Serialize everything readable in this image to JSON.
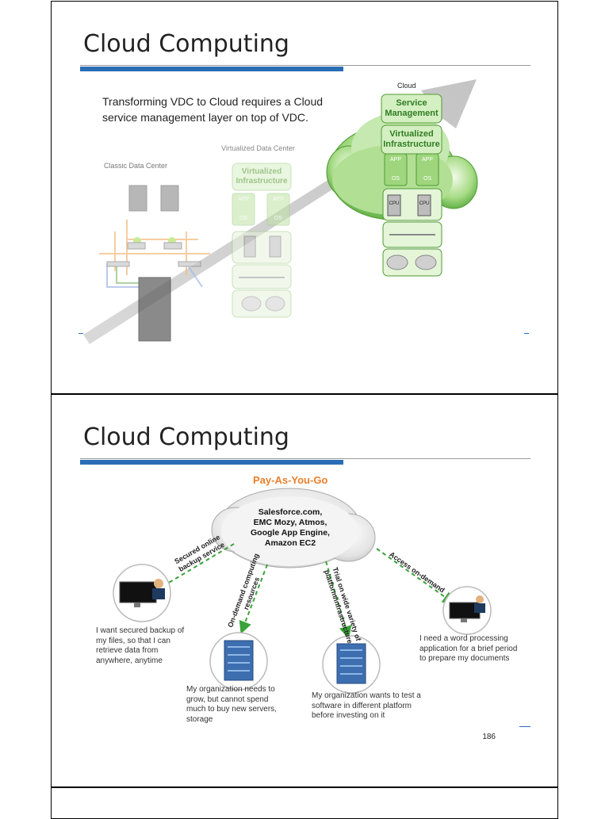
{
  "slide1": {
    "title": "Cloud Computing",
    "subtitle": "Transforming VDC to Cloud requires a Cloud service management layer on top of VDC.",
    "label_classic": "Classic Data Center",
    "label_vdc": "Virtualized Data Center",
    "label_cloud": "Cloud",
    "vdc_layer": "Virtualized Infrastructure",
    "cloud_service": "Service Management",
    "cloud_virtual": "Virtualized Infrastructure",
    "app": "APP",
    "os": "OS",
    "cpu": "CPU"
  },
  "slide2": {
    "title": "Cloud Computing",
    "payg": "Pay-As-You-Go",
    "providers": [
      "Salesforce.com,",
      "EMC Mozy, Atmos,",
      "Google App Engine,",
      "Amazon EC2"
    ],
    "arrow_backup": "Secured online backup service",
    "arrow_ondemand": "On-demand computing resources",
    "arrow_trial": "Trial on wide variety of platform/infrastructure",
    "arrow_access": "Access on-demand",
    "caption_backup": "I want secured backup of my files, so that I can retrieve data from anywhere, anytime",
    "caption_grow": "My organization needs to grow, but cannot spend much to buy new servers, storage",
    "caption_test": "My organization wants to test a software in different platform before investing on it",
    "caption_word": "I need a word processing application for a brief period to prepare my documents",
    "page_number": "186"
  },
  "colors": {
    "accent_blue": "#2a6db5",
    "green": "#7cc25a",
    "green_dark": "#3a8b2a",
    "arrow_dash": "#3aa23a",
    "payg_orange": "#e8802c"
  }
}
